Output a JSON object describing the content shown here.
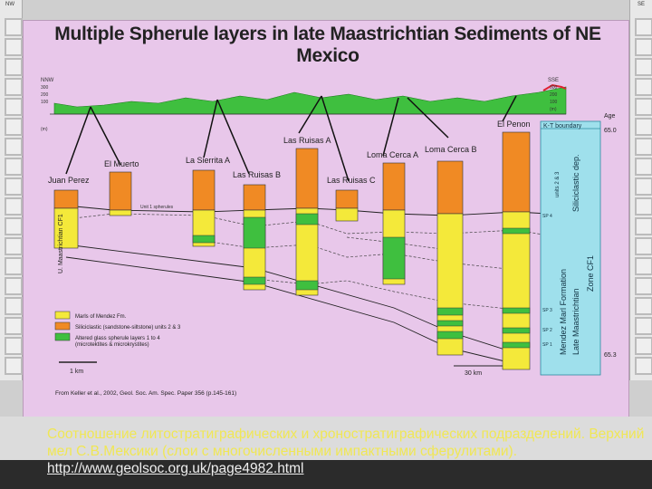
{
  "corners": {
    "nw": "NW",
    "se": "SE"
  },
  "title": "Multiple Spherule layers in late Maastrichtian Sediments of NE Mexico",
  "profile": {
    "left_label": "NNW",
    "right_label": "SSE",
    "left_scale": [
      "300",
      "200",
      "100",
      "(m)"
    ],
    "right_scale": [
      "300",
      "200",
      "100",
      "(m)"
    ]
  },
  "sections": [
    {
      "name": "Juan Perez"
    },
    {
      "name": "El Muerto"
    },
    {
      "name": "La Sierrita A"
    },
    {
      "name": "Las Ruisas B"
    },
    {
      "name": "Las Ruisas A"
    },
    {
      "name": "Las Ruisas C"
    },
    {
      "name": "Loma Cerca A"
    },
    {
      "name": "Loma Cerca B"
    },
    {
      "name": "El Penon"
    }
  ],
  "unit_label": "Unit 1 spherules",
  "zone_label_left": "U. Maastrichtian CF1",
  "kt": {
    "boundary": "K-T boundary",
    "age_label": "Age",
    "age_top": "65.0",
    "age_bottom": "65.3",
    "units": "units 2 & 3",
    "siliciclastic": "Siliciclastic dep.",
    "formation": "Mendez Marl Formation",
    "stage": "Late Maastrichtian",
    "zone": "Zone CF1",
    "sp_labels": [
      "SP 4",
      "SP 3",
      "SP 2",
      "SP 1"
    ]
  },
  "legend": [
    {
      "text": "Marls of Mendez Fm.",
      "color": "#f4e93a"
    },
    {
      "text": "Siliciclastic (sandstone-siltstone) units 2 & 3",
      "color": "#f08a24"
    },
    {
      "text": "Altered glass spherule layers 1 to 4",
      "color": "#3fbf3f"
    }
  ],
  "legend_sub": "(microtektites & microkrystites)",
  "scale_1km": "1 km",
  "scale_30km": "30 km",
  "source": "From Keller et al., 2002, Geol. Soc. Am. Spec. Paper 356 (p.145-161)",
  "caption_text": "Соотношение литостратиграфических и хроностратиграфических подразделений. Верхний мел С.В.Мексики (слои с многочисленными импактными сферулитами).",
  "caption_link": "http://www.geolsoc.org.uk/page4982.html",
  "colors": {
    "marl": "#f4e93a",
    "sand": "#f08a24",
    "spherule": "#3fbf3f",
    "panel": "#e8c7ea",
    "blue": "#9fe0ec",
    "caption": "#f2e84a"
  }
}
